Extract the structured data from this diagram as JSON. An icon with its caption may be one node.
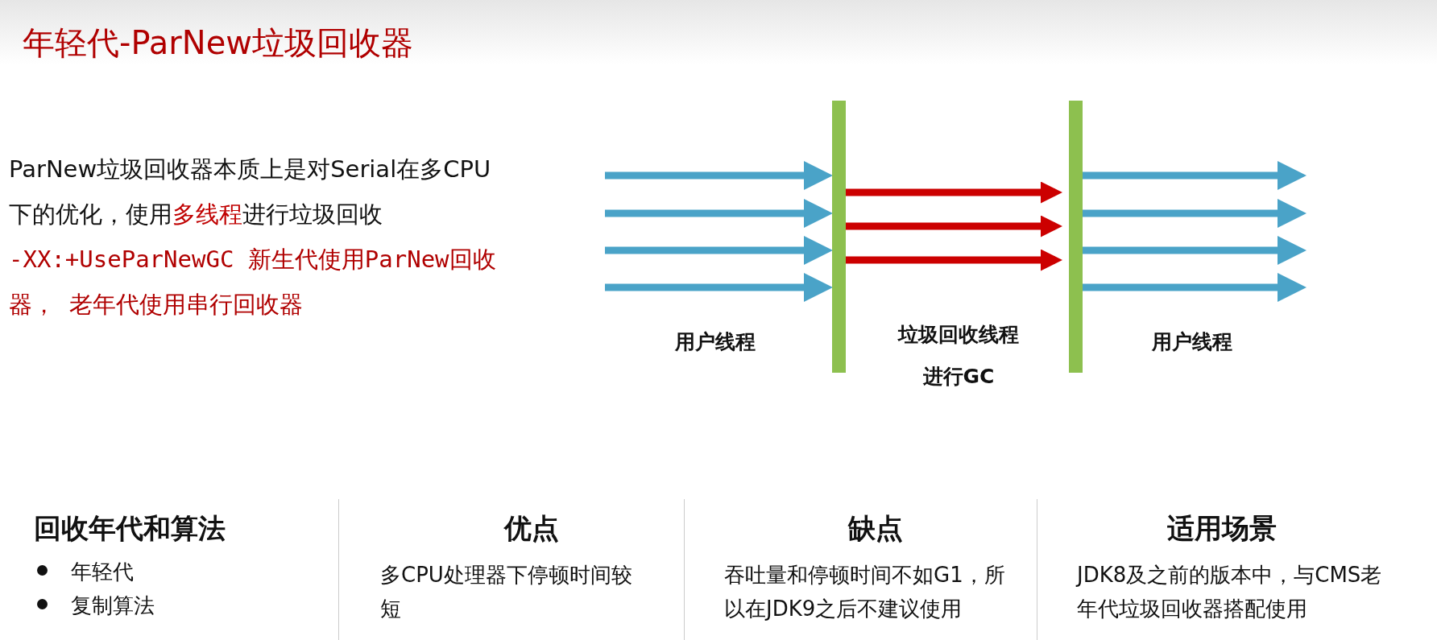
{
  "diagram": {
    "title": "年轻代-ParNew垃圾回收器",
    "nodes": [
      {
        "text": [],
        "shape": "bar"
      },
      {
        "text": [],
        "shape": "bar"
      }
    ],
    "edges": [
      {
        "from": null,
        "to": 0,
        "arrow": "to"
      },
      {
        "from": null,
        "to": 0,
        "arrow": "to"
      },
      {
        "from": null,
        "to": 0,
        "arrow": "to"
      },
      {
        "from": null,
        "to": 0,
        "arrow": "to"
      },
      {
        "from": 0,
        "to": 1,
        "arrow": "to",
        "color": "#cc0000"
      },
      {
        "from": 0,
        "to": 1,
        "arrow": "to",
        "color": "#cc0000"
      },
      {
        "from": 0,
        "to": 1,
        "arrow": "to",
        "color": "#cc0000"
      },
      {
        "from": 1,
        "to": null,
        "arrow": "to"
      },
      {
        "from": 1,
        "to": null,
        "arrow": "to"
      },
      {
        "from": 1,
        "to": null,
        "arrow": "to"
      },
      {
        "from": 1,
        "to": null,
        "arrow": "to"
      }
    ],
    "labels": [
      "ParNew垃圾回收器本质上是对Serial在多CPU下的优化，使用**多线程**进行垃圾回收",
      "-XX:+UseParNewGC 新生代使用ParNew回收器， 老年代使用串行回收器",
      "用户线程",
      "垃圾回收线程进行GC",
      "用户线程",
      "回收年代和算法",
      "年轻代",
      "复制算法",
      "优点",
      "多CPU处理器下停顿时间较短",
      "缺点",
      "吞吐量和停顿时间不如G1，所以在JDK9之后不建议使用",
      "适用场景",
      "JDK8及之前的版本中，与CMS老年代垃圾回收器搭配使用"
    ]
  }
}
